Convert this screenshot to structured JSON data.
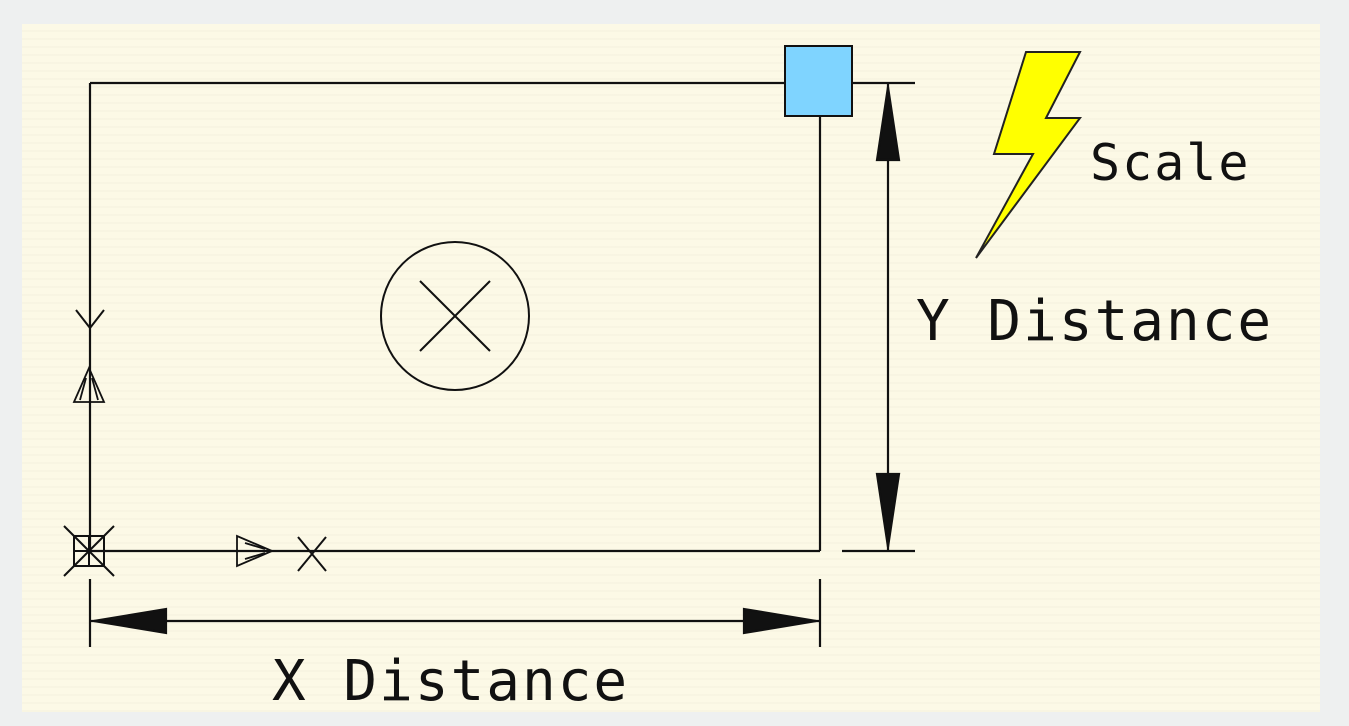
{
  "labels": {
    "scale": "Scale",
    "y_distance": "Y Distance",
    "x_distance": "X Distance"
  },
  "colors": {
    "background": "#fcf9e6",
    "outer": "#eef0f0",
    "line": "#111111",
    "grip": "#7fd4ff",
    "lightning": "#ffff00"
  },
  "icons": {
    "grip": "square-grip-icon",
    "scale": "lightning-bolt-icon",
    "center": "circle-x-icon"
  }
}
